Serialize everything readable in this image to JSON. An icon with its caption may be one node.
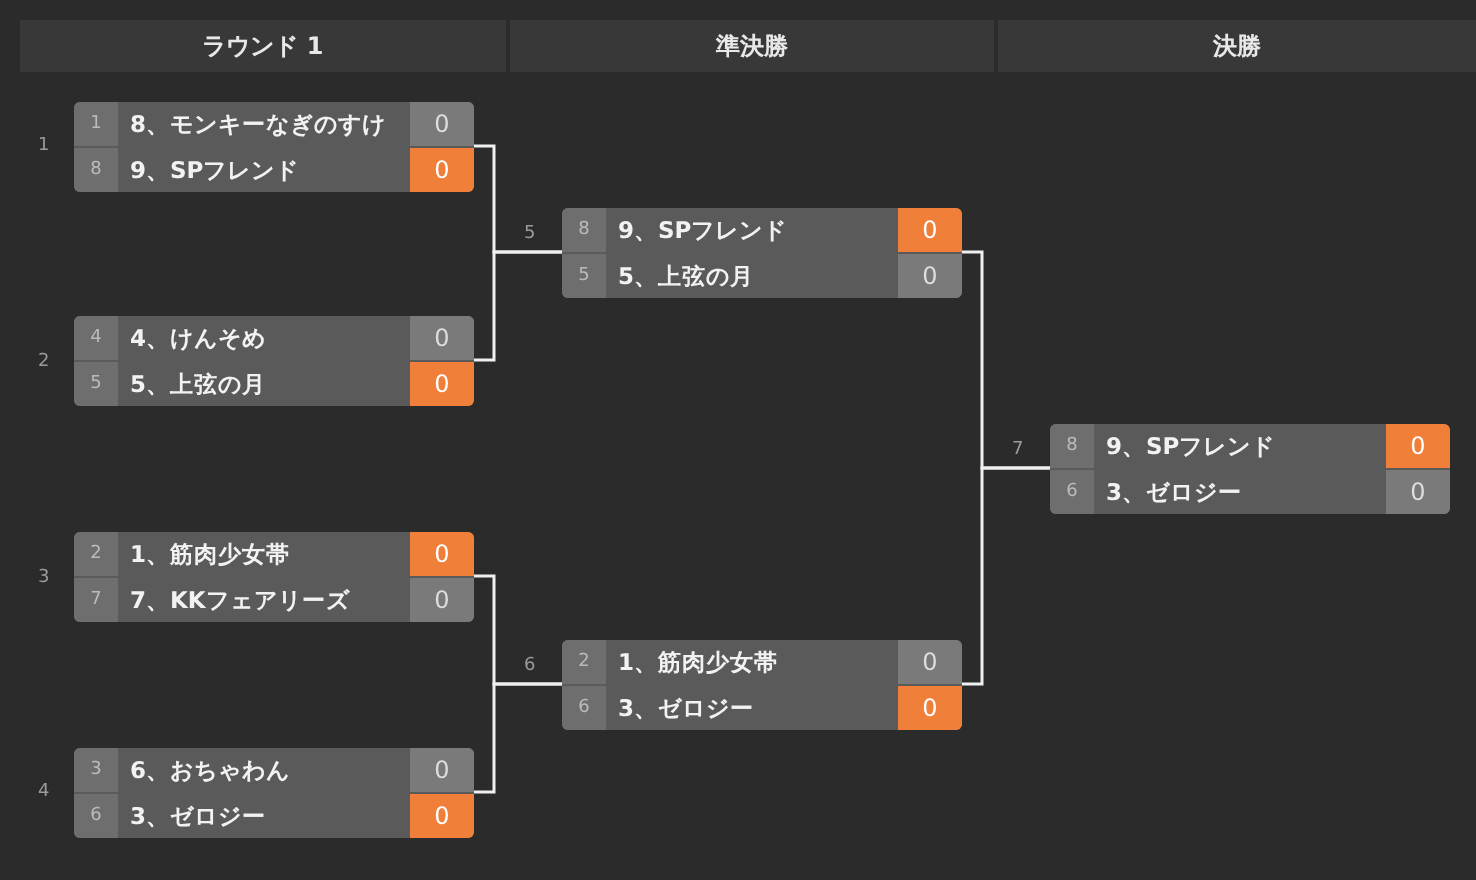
{
  "diagram": {
    "nodes": [
      {
        "text": [],
        "shape": "box",
        "beside": [
          "1"
        ]
      },
      {
        "text": [
          "1",
          "8、モンキーなぎのすけ",
          "0"
        ],
        "in": 0
      },
      {
        "text": [
          "8",
          "9、SPフレンド",
          "0"
        ],
        "in": 0
      },
      {
        "text": [],
        "shape": "box",
        "beside": [
          "2"
        ]
      },
      {
        "text": [
          "4",
          "4、けんそめ",
          "0"
        ],
        "in": 3
      },
      {
        "text": [
          "5",
          "5、上弦の月",
          "0"
        ],
        "in": 3
      },
      {
        "text": [],
        "shape": "box",
        "beside": [
          "3"
        ]
      },
      {
        "text": [
          "2",
          "1、筋肉少女帯",
          "0"
        ],
        "in": 6
      },
      {
        "text": [
          "7",
          "7、KKフェアリーズ",
          "0"
        ],
        "in": 6
      },
      {
        "text": [],
        "shape": "box",
        "beside": [
          "4"
        ]
      },
      {
        "text": [
          "3",
          "6、おちゃわん",
          "0"
        ],
        "in": 9
      },
      {
        "text": [
          "6",
          "3、ゼロジー",
          "0"
        ],
        "in": 9
      },
      {
        "text": [],
        "shape": "box",
        "beside": [
          "5"
        ]
      },
      {
        "text": [
          "8",
          "9、SPフレンド",
          "0"
        ],
        "in": 12
      },
      {
        "text": [
          "5",
          "5、上弦の月",
          "0"
        ],
        "in": 12
      },
      {
        "text": [],
        "shape": "box",
        "beside": [
          "6"
        ]
      },
      {
        "text": [
          "2",
          "1、筋肉少女帯",
          "0"
        ],
        "in": 15
      },
      {
        "text": [
          "6",
          "3、ゼロジー",
          "0"
        ],
        "in": 15
      },
      {
        "text": [],
        "shape": "box",
        "beside": [
          "7"
        ]
      },
      {
        "text": [
          "8",
          "9、SPフレンド",
          "0"
        ],
        "in": 18
      },
      {
        "text": [
          "6",
          "3、ゼロジー",
          "0"
        ],
        "in": 18
      }
    ],
    "edges": [
      {
        "from": 0,
        "to": 12,
        "arrow": "none"
      },
      {
        "from": 3,
        "to": 12,
        "arrow": "none"
      },
      {
        "from": 6,
        "to": 15,
        "arrow": "none"
      },
      {
        "from": 9,
        "to": 15,
        "arrow": "none"
      },
      {
        "from": 12,
        "to": 18,
        "arrow": "none"
      },
      {
        "from": 15,
        "to": 18,
        "arrow": "none"
      }
    ],
    "labels": [
      "ラウンド 1",
      "準決勝",
      "決勝"
    ]
  }
}
